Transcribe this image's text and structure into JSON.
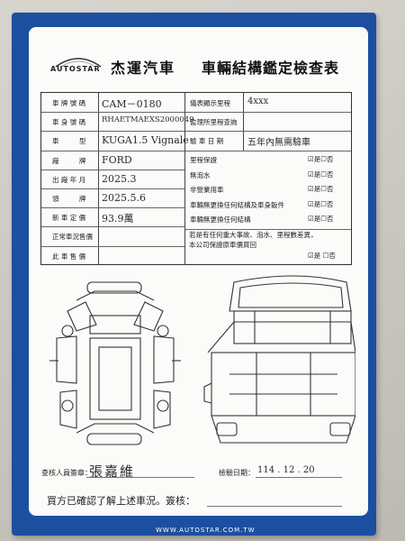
{
  "header": {
    "logo": "AUTOSTAR",
    "company": "杰運汽車",
    "title": "車輛結構鑑定檢查表"
  },
  "left_fields": [
    {
      "label": "車 牌 號 碼",
      "value": "CAM－0180"
    },
    {
      "label": "車 身 號 碼",
      "value": "RHAETMAEXS2000049"
    },
    {
      "label": "車　　　型",
      "value": "KUGA1.5 Vignale"
    },
    {
      "label": "廠　　　牌",
      "value": "FORD"
    },
    {
      "label": "出 廠 年 月",
      "value": "2025.3"
    },
    {
      "label": "領　　　牌",
      "value": "2025.5.6"
    },
    {
      "label": "新 車 定 價",
      "value": "93.9萬"
    },
    {
      "label": "正常車況售價",
      "value": ""
    },
    {
      "label": "此 車 售 價",
      "value": ""
    }
  ],
  "right_fields": [
    {
      "label": "儀表顯示里程",
      "value": "4xxx"
    },
    {
      "label": "監理所里程查詢",
      "value": ""
    },
    {
      "label": "驗 車 日 期",
      "value": "五年內無需驗車"
    }
  ],
  "checks": [
    {
      "label": "里程保證",
      "yes": "是",
      "no": "否",
      "checked": "yes"
    },
    {
      "label": "無泡水",
      "yes": "是",
      "no": "否",
      "checked": "yes"
    },
    {
      "label": "非營業用車",
      "yes": "是",
      "no": "否",
      "checked": "yes"
    },
    {
      "label": "車輛無更換任何結構及車身鈑件",
      "yes": "是",
      "no": "否",
      "checked": "yes"
    },
    {
      "label": "車輛無更換任何結構",
      "yes": "是",
      "no": "否",
      "checked": "yes"
    }
  ],
  "guarantee": {
    "line1": "若是有任何重大事故、泡水、里程數差異，",
    "line2": "本公司保證原車價買回",
    "yes": "是",
    "no": "否",
    "checked": "yes"
  },
  "marks": {
    "checked": "☑",
    "unchecked": "☐"
  },
  "footer": {
    "inspector_label": "查核人員簽章：",
    "inspector_sign": "張嘉維",
    "date_label": "檢驗日期：",
    "date_value": "114 . 12 . 20",
    "buyer_confirm": "買方已確認了解上述車況。簽核："
  },
  "website": "WWW.AUTOSTAR.COM.TW"
}
